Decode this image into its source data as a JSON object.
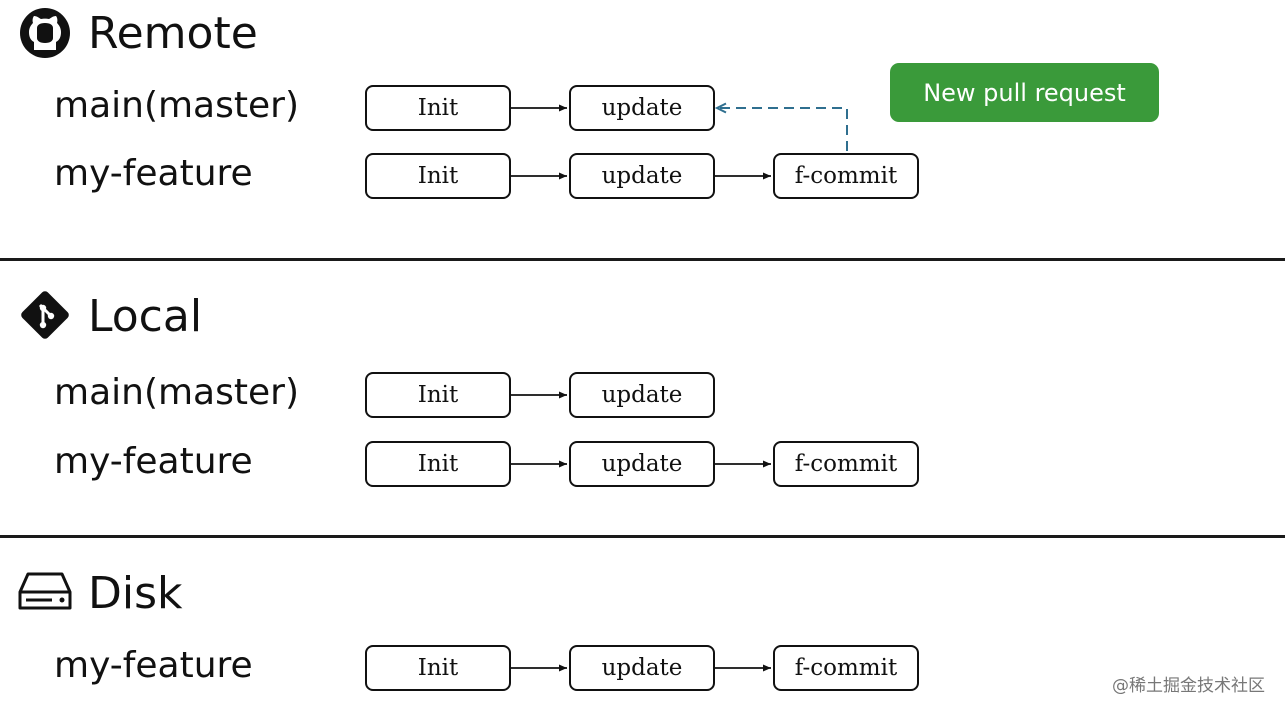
{
  "sections": {
    "remote": {
      "title": "Remote",
      "icon": "github-icon",
      "branches": [
        {
          "label": "main(master)",
          "commits": [
            "Init",
            "update"
          ]
        },
        {
          "label": "my-feature",
          "commits": [
            "Init",
            "update",
            "f-commit"
          ]
        }
      ],
      "pull_request_label": "New pull request"
    },
    "local": {
      "title": "Local",
      "icon": "git-icon",
      "branches": [
        {
          "label": "main(master)",
          "commits": [
            "Init",
            "update"
          ]
        },
        {
          "label": "my-feature",
          "commits": [
            "Init",
            "update",
            "f-commit"
          ]
        }
      ]
    },
    "disk": {
      "title": "Disk",
      "icon": "hard-drive-icon",
      "branches": [
        {
          "label": "my-feature",
          "commits": [
            "Init",
            "update",
            "f-commit"
          ]
        }
      ]
    }
  },
  "watermark": "@稀土掘金技术社区",
  "colors": {
    "pull_request_bg": "#3a9a3a",
    "dashed_arrow": "#2f6f8f",
    "divider": "#1a1a1a"
  }
}
